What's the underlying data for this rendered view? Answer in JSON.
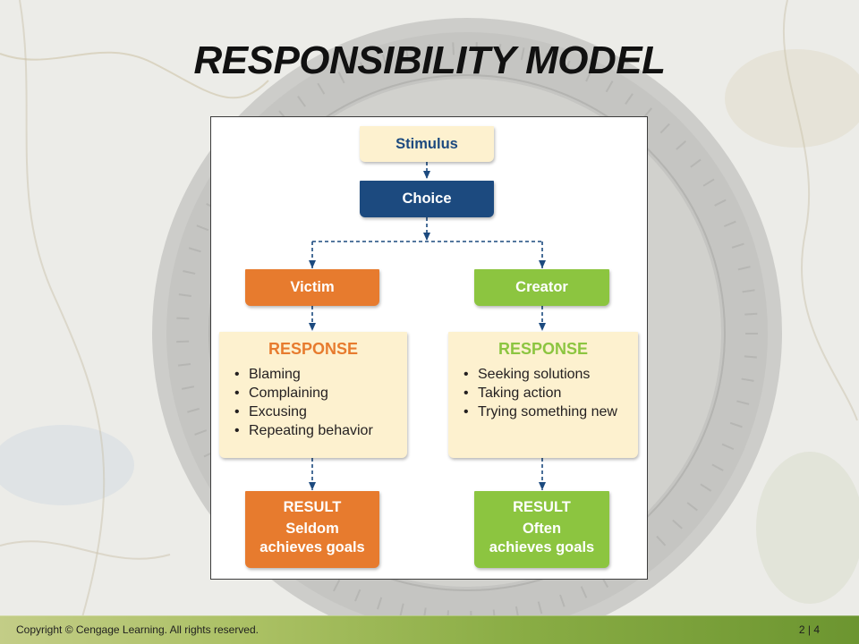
{
  "slide": {
    "title": "RESPONSIBILITY MODEL"
  },
  "diagram": {
    "stimulus": "Stimulus",
    "choice": "Choice",
    "victim": {
      "label": "Victim",
      "response": {
        "heading": "RESPONSE",
        "items": [
          "Blaming",
          "Complaining",
          "Excusing",
          "Repeating behavior"
        ]
      },
      "result": {
        "heading": "RESULT",
        "lines": [
          "Seldom",
          "achieves goals"
        ]
      }
    },
    "creator": {
      "label": "Creator",
      "response": {
        "heading": "RESPONSE",
        "items": [
          "Seeking solutions",
          "Taking action",
          "Trying something new"
        ]
      },
      "result": {
        "heading": "RESULT",
        "lines": [
          "Often",
          "achieves goals"
        ]
      }
    }
  },
  "footer": {
    "copyright": "Copyright © Cengage Learning. All rights reserved.",
    "page": "2 | 4"
  },
  "colors": {
    "navy": "#1c4a7f",
    "orange": "#e77b2e",
    "green": "#8cc540",
    "cream": "#fdf1cf",
    "text_dark": "#231f20",
    "title": "#111111",
    "footer_text": "#1f1f1f"
  }
}
